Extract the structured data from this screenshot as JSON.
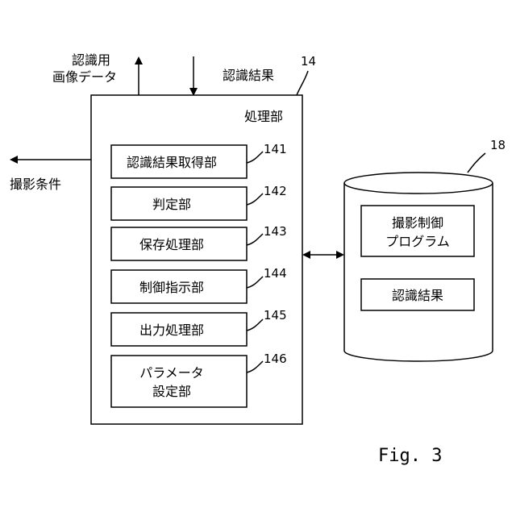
{
  "top_labels": {
    "recognition_image_data_line1": "認識用",
    "recognition_image_data_line2": "画像データ",
    "recognition_result": "認識結果",
    "ref_processing_unit": "14",
    "shooting_conditions": "撮影条件"
  },
  "processing_unit": {
    "title": "処理部",
    "modules": [
      {
        "label": "認識結果取得部",
        "ref": "141"
      },
      {
        "label": "判定部",
        "ref": "142"
      },
      {
        "label": "保存処理部",
        "ref": "143"
      },
      {
        "label": "制御指示部",
        "ref": "144"
      },
      {
        "label": "出力処理部",
        "ref": "145"
      },
      {
        "label_line1": "パラメータ",
        "label_line2": "設定部",
        "ref": "146"
      }
    ]
  },
  "storage": {
    "ref": "18",
    "program_line1": "撮影制御",
    "program_line2": "プログラム",
    "results": "認識結果"
  },
  "figure_caption": "Fig. 3"
}
